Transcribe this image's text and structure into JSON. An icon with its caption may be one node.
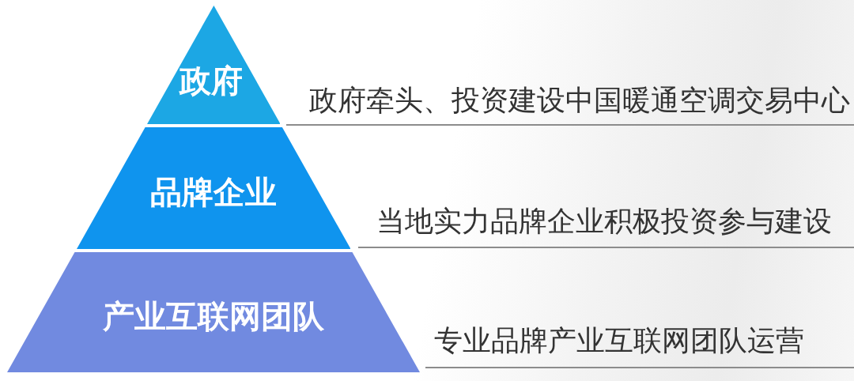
{
  "diagram": {
    "nodes": [
      {
        "text": [
          "政府"
        ],
        "beside": [
          "政府牵头、投资建设中国暖通空调交易中心"
        ]
      },
      {
        "text": [
          "品牌企业"
        ],
        "beside": [
          "当地实力品牌企业积极投资参与建设"
        ]
      },
      {
        "text": [
          "产业互联网团队"
        ],
        "beside": [
          "专业品牌产业互联网团队运营"
        ]
      }
    ]
  }
}
